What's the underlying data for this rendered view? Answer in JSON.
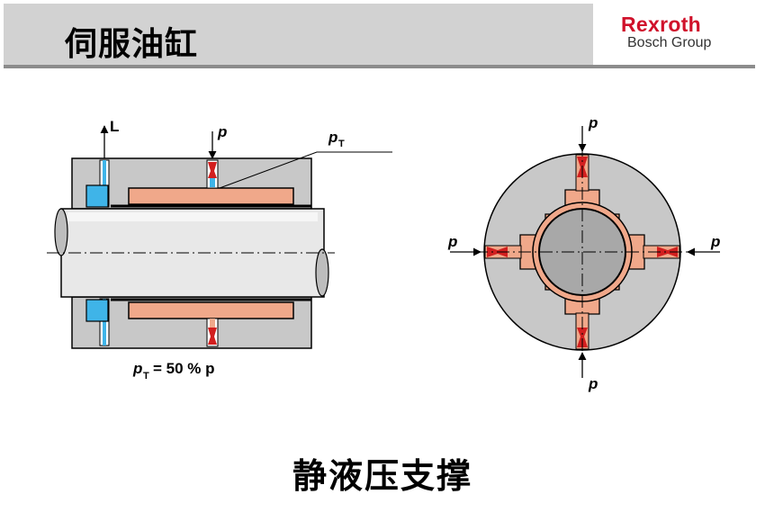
{
  "header": {
    "title": "伺服油缸",
    "logo_brand": "Rexroth",
    "logo_sub": "Bosch Group"
  },
  "diagram": {
    "label_L": "L",
    "label_p": "p",
    "label_pT_main": "p",
    "label_pT_sub": "T",
    "formula_p": "p",
    "formula_sub": "T",
    "formula_rest": "= 50 % p"
  },
  "caption": "静液压支撑",
  "colors": {
    "housing": "#c8c8c8",
    "shaft": "#e8e8e8",
    "pocket": "#f0a88a",
    "orifice_red": "#d21f1f",
    "seal_blue": "#3fb4e8",
    "brand_red": "#d0112b"
  }
}
